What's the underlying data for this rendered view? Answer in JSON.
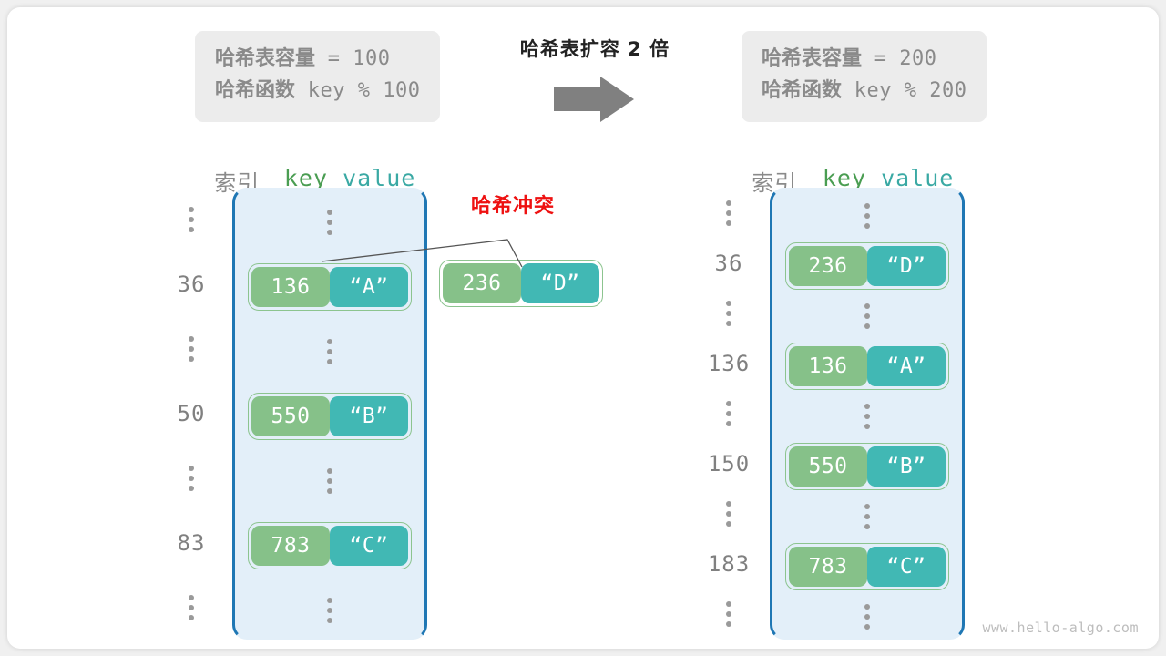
{
  "diagram": {
    "center_title": "哈希表扩容 2 倍",
    "arrow_icon": "right-arrow-icon",
    "watermark": "www.hello-algo.com",
    "collision_label": "哈希冲突",
    "colors": {
      "key_box": "#86c189",
      "value_box": "#41b8b4",
      "entry_border": "#8cc48f",
      "bucket_fill": "#e3eff9",
      "bucket_border": "#1f77b4",
      "collision_red": "#ee1111",
      "muted_gray": "#8a8a8a",
      "arrow_gray": "#808080"
    }
  },
  "info_before": {
    "capacity_label": "哈希表容量",
    "capacity_value": " = 100",
    "function_label": "哈希函数",
    "function_value": " key % 100"
  },
  "info_after": {
    "capacity_label": "哈希表容量",
    "capacity_value": " = 200",
    "function_label": "哈希函数",
    "function_value": " key % 200"
  },
  "header": {
    "index": "索引",
    "key": "key",
    "value": "value"
  },
  "collision_entry": {
    "key": "236",
    "value": "“D”"
  },
  "table_before": {
    "rows": [
      {
        "index": "⋮",
        "type": "dots"
      },
      {
        "index": "36",
        "type": "entry",
        "key": "136",
        "value": "“A”"
      },
      {
        "index": "⋮",
        "type": "dots"
      },
      {
        "index": "50",
        "type": "entry",
        "key": "550",
        "value": "“B”"
      },
      {
        "index": "⋮",
        "type": "dots"
      },
      {
        "index": "83",
        "type": "entry",
        "key": "783",
        "value": "“C”"
      },
      {
        "index": "⋮",
        "type": "dots"
      }
    ]
  },
  "table_after": {
    "rows": [
      {
        "index": "⋮",
        "type": "dots"
      },
      {
        "index": "36",
        "type": "entry",
        "key": "236",
        "value": "“D”"
      },
      {
        "index": "⋮",
        "type": "dots"
      },
      {
        "index": "136",
        "type": "entry",
        "key": "136",
        "value": "“A”"
      },
      {
        "index": "⋮",
        "type": "dots"
      },
      {
        "index": "150",
        "type": "entry",
        "key": "550",
        "value": "“B”"
      },
      {
        "index": "⋮",
        "type": "dots"
      },
      {
        "index": "183",
        "type": "entry",
        "key": "783",
        "value": "“C”"
      },
      {
        "index": "⋮",
        "type": "dots"
      }
    ]
  }
}
